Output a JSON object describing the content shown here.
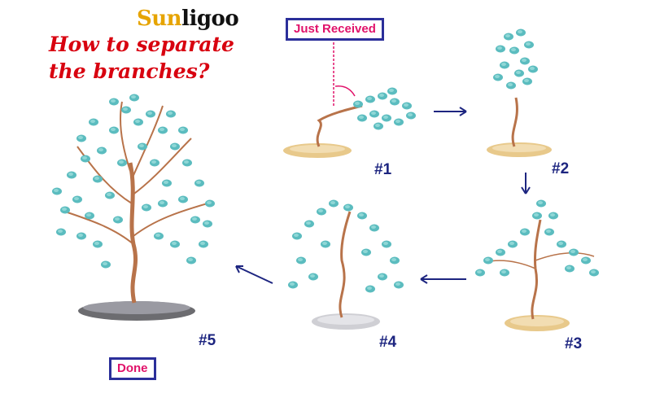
{
  "brand": {
    "logo_sun": "Sun",
    "logo_rest": "ligoo"
  },
  "heading": {
    "line1": "How to separate",
    "line2": "the branches?"
  },
  "tags": {
    "start": "Just Received",
    "end": "Done"
  },
  "steps": [
    "#1",
    "#2",
    "#3",
    "#4",
    "#5"
  ],
  "colors": {
    "heading": "#d8000f",
    "tag_border": "#2b2f9a",
    "tag_text": "#e1126a",
    "step_text": "#1d2580",
    "arrow": "#1d2580",
    "stone": "#5bbcbf",
    "wire": "#b8734a",
    "agate_gold": "#e8c98b",
    "agate_grey": "#6c6c70"
  }
}
